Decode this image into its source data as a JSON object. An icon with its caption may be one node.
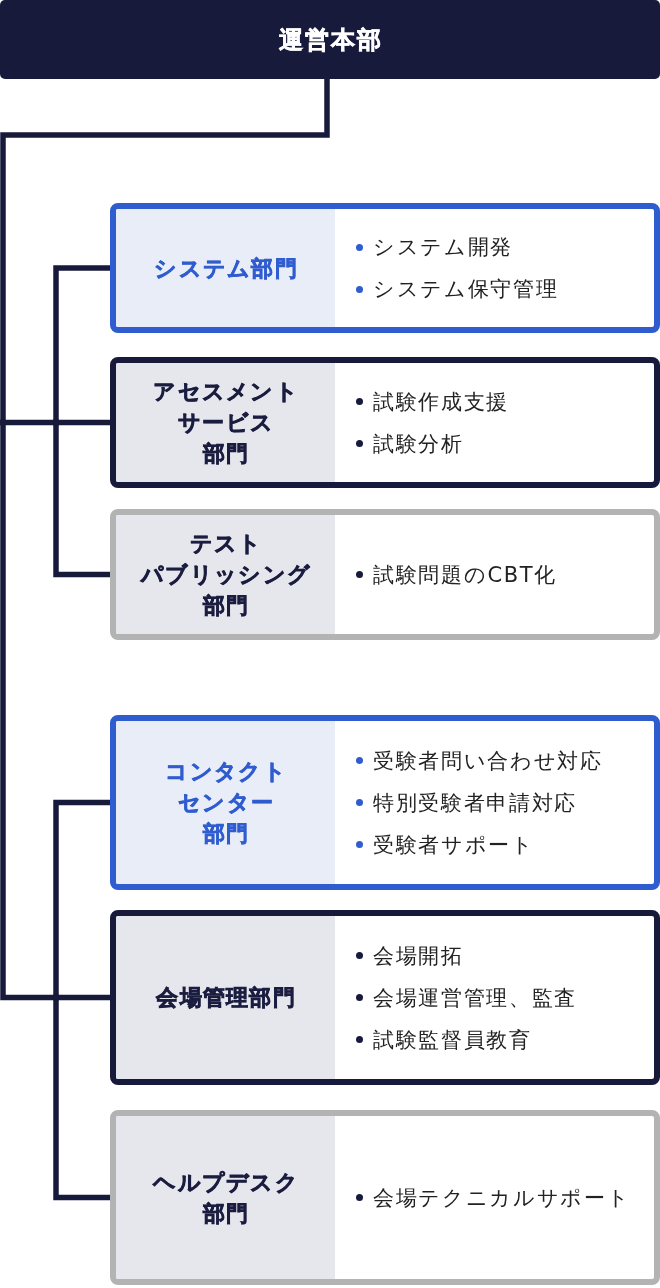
{
  "diagram": {
    "nodes": [
      {
        "text": [
          "運営本部"
        ]
      },
      {
        "text": [
          "システム部門",
          "システム開発",
          "システム保守管理"
        ]
      },
      {
        "text": [
          "アセスメントサービス部門",
          "試験作成支援",
          "試験分析"
        ]
      },
      {
        "text": [
          "テストパブリッシング部門",
          "試験問題のCBT化"
        ]
      },
      {
        "text": [
          "コンタクトセンター部門",
          "受験者問い合わせ対応",
          "特別受験者申請対応",
          "受験者サポート"
        ]
      },
      {
        "text": [
          "会場管理部門",
          "会場開拓",
          "会場運営管理、監査",
          "試験監督員教育"
        ]
      },
      {
        "text": [
          "ヘルプデスク部門",
          "会場テクニカルサポート"
        ]
      }
    ],
    "edges": [
      {
        "from": 0,
        "to": 1,
        "arrow": "none"
      },
      {
        "from": 0,
        "to": 2,
        "arrow": "none"
      },
      {
        "from": 0,
        "to": 3,
        "arrow": "none"
      },
      {
        "from": 0,
        "to": 4,
        "arrow": "none"
      },
      {
        "from": 0,
        "to": 5,
        "arrow": "none"
      },
      {
        "from": 0,
        "to": 6,
        "arrow": "none"
      }
    ]
  }
}
